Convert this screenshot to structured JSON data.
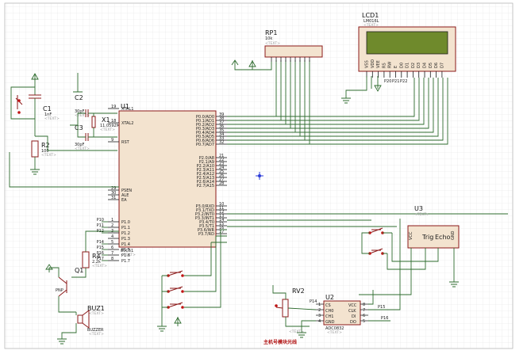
{
  "grid_color": "#e4e4e4",
  "wire_color": "#2e6b2e",
  "part_color": "#8b1a1a",
  "chip_fill": "#f3e3cf",
  "lcd_screen_color": "#6f8a2c",
  "text_placeholder": "<TEXT>",
  "caption": "主机号模块光线",
  "components": {
    "u1": {
      "ref": "U1",
      "model": "80C51",
      "left_pins": [
        {
          "num": "19",
          "name": "XTAL1"
        },
        {
          "num": "18",
          "name": "XTAL2"
        },
        {
          "num": "9",
          "name": "RST"
        },
        {
          "num": "29",
          "name": "PSEN"
        },
        {
          "num": "30",
          "name": "ALE"
        },
        {
          "num": "31",
          "name": "EA"
        },
        {
          "num": "1",
          "name": "P1.0"
        },
        {
          "num": "2",
          "name": "P1.1"
        },
        {
          "num": "3",
          "name": "P1.2"
        },
        {
          "num": "4",
          "name": "P1.3"
        },
        {
          "num": "5",
          "name": "P1.4"
        },
        {
          "num": "6",
          "name": "P1.5"
        },
        {
          "num": "7",
          "name": "P1.6"
        },
        {
          "num": "8",
          "name": "P1.7"
        }
      ],
      "left_net_labels": [
        "P10",
        "P11",
        "P12",
        "",
        "P14",
        "P15",
        "P16",
        "P17"
      ],
      "right_pins": [
        {
          "num": "39",
          "name": "P0.0/AD0"
        },
        {
          "num": "38",
          "name": "P0.1/AD1"
        },
        {
          "num": "37",
          "name": "P0.2/AD2"
        },
        {
          "num": "36",
          "name": "P0.3/AD3"
        },
        {
          "num": "35",
          "name": "P0.4/AD4"
        },
        {
          "num": "34",
          "name": "P0.5/AD5"
        },
        {
          "num": "33",
          "name": "P0.6/AD6"
        },
        {
          "num": "32",
          "name": "P0.7/AD7"
        },
        {
          "num": "21",
          "name": "P2.0/A8"
        },
        {
          "num": "22",
          "name": "P2.1/A9"
        },
        {
          "num": "23",
          "name": "P2.2/A10"
        },
        {
          "num": "24",
          "name": "P2.3/A11"
        },
        {
          "num": "25",
          "name": "P2.4/A12"
        },
        {
          "num": "26",
          "name": "P2.5/A13"
        },
        {
          "num": "27",
          "name": "P2.6/A14"
        },
        {
          "num": "28",
          "name": "P2.7/A15"
        },
        {
          "num": "10",
          "name": "P3.0/RXD"
        },
        {
          "num": "11",
          "name": "P3.1/TXD"
        },
        {
          "num": "12",
          "name": "P3.2/INT0"
        },
        {
          "num": "13",
          "name": "P3.3/INT1"
        },
        {
          "num": "14",
          "name": "P3.4/T0"
        },
        {
          "num": "15",
          "name": "P3.5/T1"
        },
        {
          "num": "16",
          "name": "P3.6/WR"
        },
        {
          "num": "17",
          "name": "P3.7/RD"
        }
      ]
    },
    "lcd1": {
      "ref": "LCD1",
      "model": "LM016L",
      "pins": [
        "VSS",
        "VDD",
        "VEE",
        "RS",
        "RW",
        "E",
        "D0",
        "D1",
        "D2",
        "D3",
        "D4",
        "D5",
        "D6",
        "D7"
      ],
      "net_labels": [
        "P20",
        "P21",
        "P22"
      ]
    },
    "rp1": {
      "ref": "RP1",
      "value": "10k"
    },
    "c1": {
      "ref": "C1",
      "value": "1nF"
    },
    "c2": {
      "ref": "C2",
      "value": "30pF"
    },
    "c3": {
      "ref": "C3",
      "value": "30pF"
    },
    "x1": {
      "ref": "X1",
      "value": "11.0592MHz"
    },
    "r2": {
      "ref": "R2",
      "value": "100"
    },
    "r4": {
      "ref": "R4",
      "value": "2.2k"
    },
    "q1": {
      "ref": "Q1",
      "type": "PNP"
    },
    "buz1": {
      "ref": "BUZ1",
      "model": "BUZZER"
    },
    "u3": {
      "ref": "U3",
      "pins": [
        "VCC",
        "Trig",
        "Echo",
        "GND"
      ]
    },
    "u2": {
      "ref": "U2",
      "model": "ADC0832",
      "left_pins": [
        {
          "num": "1",
          "name": "CS"
        },
        {
          "num": "2",
          "name": "CH0"
        },
        {
          "num": "3",
          "name": "CH1"
        },
        {
          "num": "4",
          "name": "GND"
        }
      ],
      "right_pins": [
        {
          "num": "8",
          "name": "VCC"
        },
        {
          "num": "7",
          "name": "CLK"
        },
        {
          "num": "6",
          "name": "DI"
        },
        {
          "num": "5",
          "name": "DO"
        }
      ],
      "net_labels": [
        "P14",
        "P15",
        "P16"
      ]
    },
    "rv2": {
      "ref": "RV2"
    }
  }
}
